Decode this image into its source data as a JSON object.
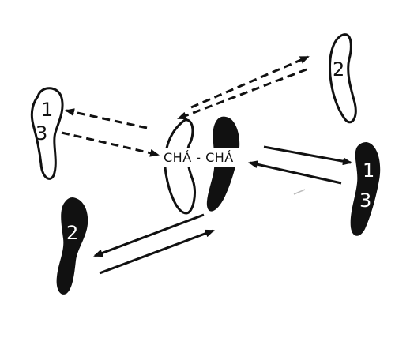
{
  "center": {
    "label": "CHÁ - CHÁ"
  },
  "feet": {
    "left_open": {
      "digits": [
        "1",
        "3"
      ],
      "style": "outline"
    },
    "top_right_open": {
      "digits": [
        "2"
      ],
      "style": "outline"
    },
    "right_filled": {
      "digits": [
        "1",
        "3"
      ],
      "style": "filled"
    },
    "left_filled": {
      "digits": [
        "2"
      ],
      "style": "filled"
    }
  },
  "arrows": {
    "dashed_style": "dashed",
    "solid_style": "solid"
  },
  "colors": {
    "ink": "#111111",
    "paper": "#ffffff"
  }
}
